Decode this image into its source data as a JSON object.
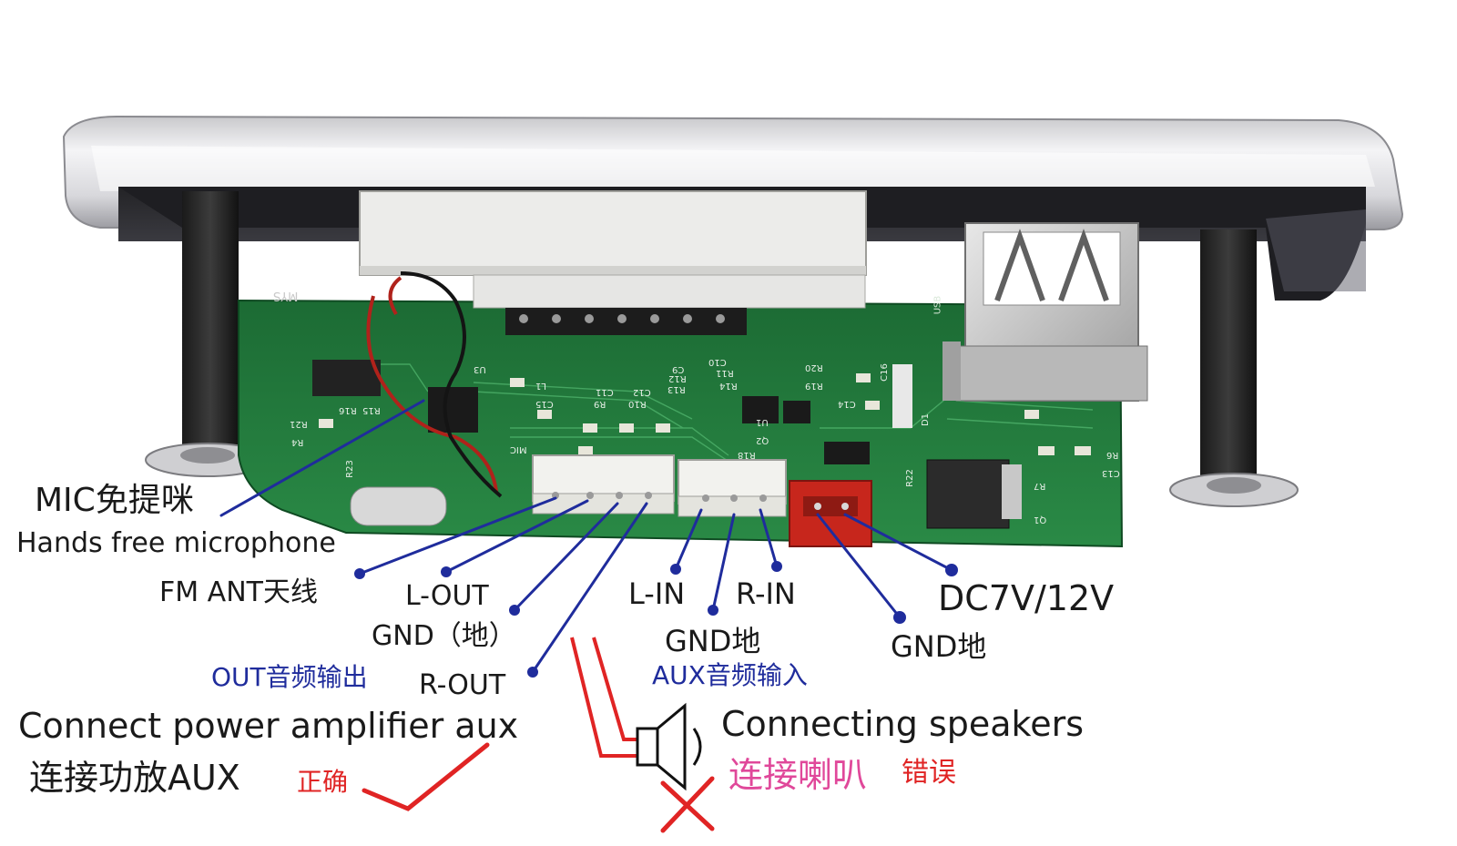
{
  "labels": {
    "mic_cn": "MIC免提咪",
    "mic_en": "Hands free microphone",
    "fm_ant": "FM ANT天线",
    "l_out": "L-OUT",
    "gnd_out": "GND（地）",
    "r_out": "R-OUT",
    "out_audio": "OUT音频输出",
    "l_in": "L-IN",
    "r_in": "R-IN",
    "gnd_in": "GND地",
    "aux_audio": "AUX音频输入",
    "dc": "DC7V/12V",
    "gnd_dc": "GND地",
    "connect_amp_en": "Connect power amplifier aux",
    "connect_amp_cn": "连接功放AUX",
    "correct": "正确",
    "connect_spk_en": "Connecting speakers",
    "connect_spk_cn": "连接喇叭",
    "wrong": "错误"
  },
  "board_markings": {
    "usb": "USB",
    "mic": "MIC",
    "u3": "U3",
    "l1": "L1",
    "c15": "C15",
    "r9": "R9",
    "c11": "C11",
    "r10": "R10",
    "c12": "C12",
    "r13": "R13",
    "c9": "C9",
    "r12": "R12",
    "r14": "R14",
    "r11": "R11",
    "c10": "C10",
    "r20": "R20",
    "r19": "R19",
    "c14": "C14",
    "c16": "C16",
    "d1": "D1",
    "r22": "R22",
    "r7": "R7",
    "r6": "R6",
    "c13": "C13",
    "q1": "Q1",
    "r23": "R23",
    "r21": "R21",
    "r4": "R4",
    "r16": "R16",
    "r15": "R15",
    "q2": "Q2",
    "r18": "R18",
    "u1": "U1",
    "mys": "MYS"
  },
  "colors": {
    "leader_line": "#1f2c9c",
    "label_blue": "#1f2c9c",
    "mark_red": "#e02424",
    "speaker_text_pink": "#e0489a",
    "pcb_green": "#1f7a3c",
    "connector_white": "#f2f2ee",
    "dc_jack_red": "#c7261c"
  },
  "icons": {
    "speaker": "speaker-icon",
    "check": "check-icon",
    "cross": "cross-icon"
  }
}
